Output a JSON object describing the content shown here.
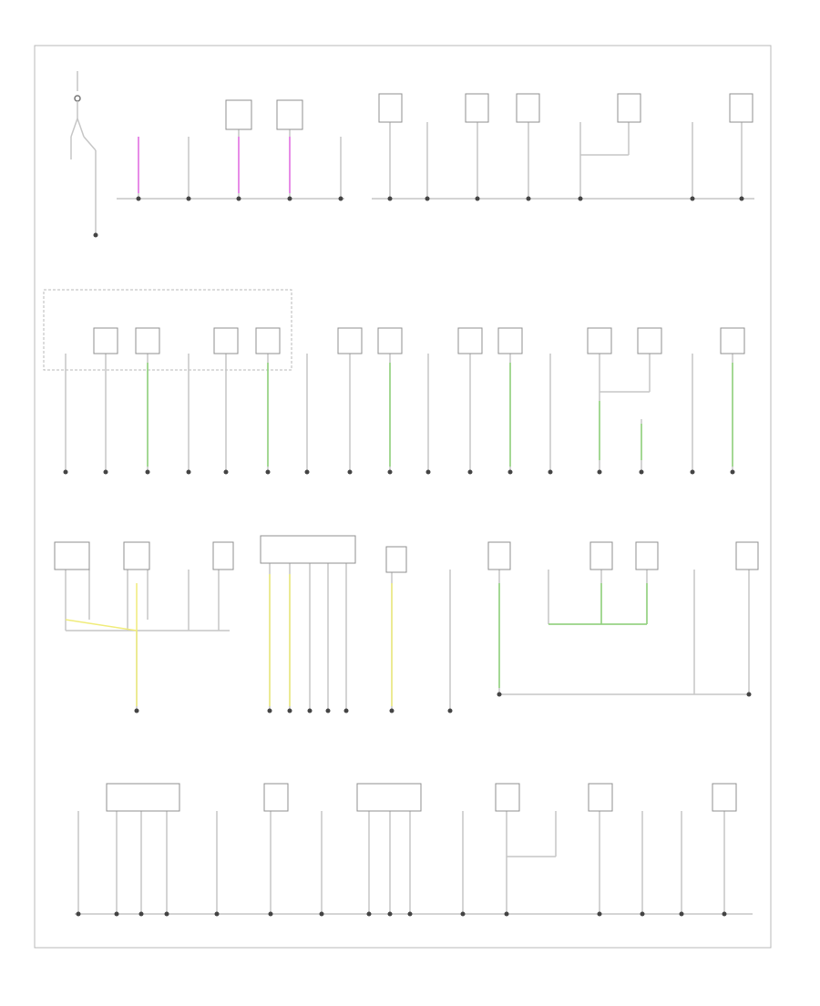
{
  "diagram": {
    "title": "",
    "colors": {
      "wire": "#c6c6c6",
      "border": "#b9b9b9",
      "node": "#444444",
      "box": "#8f8f8f",
      "magenta": "#e86fe8",
      "green": "#8fd47a",
      "yellow": "#f0ec7a"
    },
    "page_id": "",
    "rows": [
      {
        "id": "row-1",
        "components": 13
      },
      {
        "id": "row-2",
        "components": 18
      },
      {
        "id": "row-3",
        "components": 14
      },
      {
        "id": "row-4",
        "components": 14
      }
    ]
  }
}
